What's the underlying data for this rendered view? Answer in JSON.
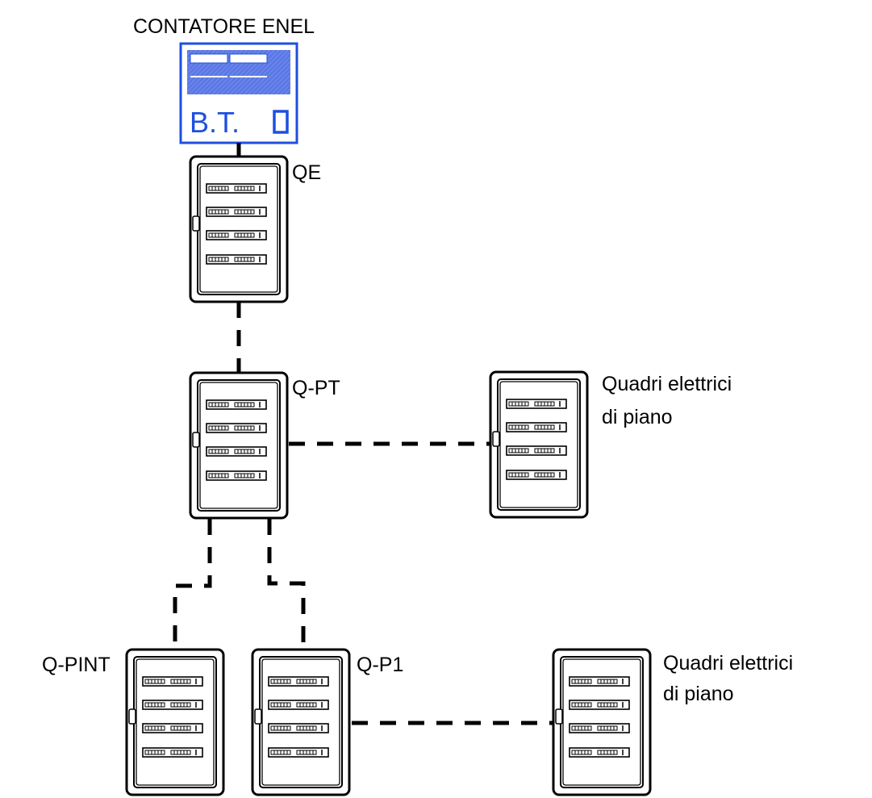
{
  "meter": {
    "title": "CONTATORE ENEL",
    "label": "B.T."
  },
  "panels": {
    "qe": "QE",
    "qpt": "Q-PT",
    "qpint": "Q-PINT",
    "qp1": "Q-P1",
    "floor_a_line1": "Quadri elettrici",
    "floor_a_line2": "di piano",
    "floor_b_line1": "Quadri elettrici",
    "floor_b_line2": "di piano"
  },
  "colors": {
    "meter_fill": "#5a78e6",
    "meter_accent": "#1e4fe0",
    "line": "#000000"
  }
}
